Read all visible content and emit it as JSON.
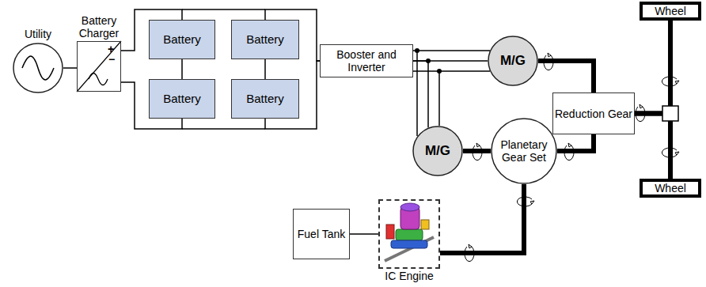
{
  "diagram": {
    "nodes": [
      {
        "text": [
          "Utility"
        ]
      },
      {
        "text": [
          "Battery Charger"
        ]
      },
      {
        "text": [
          "Battery"
        ]
      },
      {
        "text": [
          "Battery"
        ]
      },
      {
        "text": [
          "Battery"
        ]
      },
      {
        "text": [
          "Battery"
        ]
      },
      {
        "text": [
          "Booster and Inverter"
        ]
      },
      {
        "text": [
          "M/G"
        ]
      },
      {
        "text": [
          "Reduction Gear"
        ]
      },
      {
        "text": [
          "Wheel"
        ]
      },
      {
        "text": [
          "Wheel"
        ]
      },
      {
        "text": [
          "M/G"
        ]
      },
      {
        "text": [
          "Planetary Gear Set"
        ]
      },
      {
        "text": [
          "Fuel Tank"
        ]
      },
      {
        "text": [
          "IC Engine"
        ]
      }
    ],
    "edges": [
      {
        "from": 0,
        "to": 1,
        "arrow": "none"
      },
      {
        "from": 1,
        "to": 2,
        "arrow": "none"
      },
      {
        "from": 1,
        "to": 4,
        "arrow": "none"
      },
      {
        "from": 3,
        "to": 6,
        "arrow": "none"
      },
      {
        "from": 5,
        "to": 6,
        "arrow": "none"
      },
      {
        "from": 6,
        "to": 7,
        "arrow": "none"
      },
      {
        "from": 6,
        "to": 11,
        "arrow": "none"
      },
      {
        "from": 7,
        "to": 8,
        "arrow": "none"
      },
      {
        "from": 8,
        "to": 9,
        "arrow": "none"
      },
      {
        "from": 8,
        "to": 10,
        "arrow": "none"
      },
      {
        "from": 11,
        "to": 12,
        "arrow": "none"
      },
      {
        "from": 12,
        "to": 8,
        "arrow": "none"
      },
      {
        "from": 13,
        "to": 14,
        "arrow": "none"
      },
      {
        "from": 14,
        "to": 12,
        "arrow": "none"
      }
    ],
    "labels": [
      "+",
      "−"
    ]
  }
}
